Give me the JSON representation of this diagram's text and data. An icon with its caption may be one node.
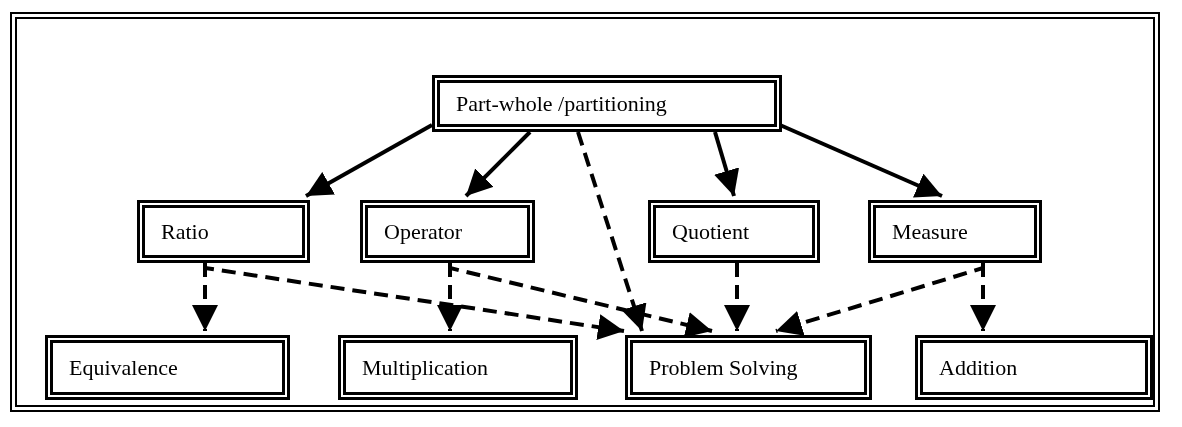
{
  "diagram": {
    "nodes": [
      {
        "text": [
          "Part-whole /partitioning"
        ]
      },
      {
        "text": [
          "Ratio"
        ]
      },
      {
        "text": [
          "Operator"
        ]
      },
      {
        "text": [
          "Quotient"
        ]
      },
      {
        "text": [
          "Measure"
        ]
      },
      {
        "text": [
          "Equivalence"
        ]
      },
      {
        "text": [
          "Multiplication"
        ]
      },
      {
        "text": [
          "Problem Solving"
        ]
      },
      {
        "text": [
          "Addition"
        ]
      }
    ],
    "edges": [
      {
        "from": 0,
        "to": 1,
        "arrow": "to"
      },
      {
        "from": 0,
        "to": 2,
        "arrow": "to"
      },
      {
        "from": 0,
        "to": 7,
        "arrow": "to",
        "style": "dashed"
      },
      {
        "from": 0,
        "to": 3,
        "arrow": "to"
      },
      {
        "from": 0,
        "to": 4,
        "arrow": "to"
      },
      {
        "from": 1,
        "to": 5,
        "arrow": "to",
        "style": "dashed"
      },
      {
        "from": 1,
        "to": 7,
        "arrow": "to",
        "style": "dashed"
      },
      {
        "from": 2,
        "to": 6,
        "arrow": "to",
        "style": "dashed"
      },
      {
        "from": 2,
        "to": 7,
        "arrow": "to",
        "style": "dashed"
      },
      {
        "from": 3,
        "to": 7,
        "arrow": "to",
        "style": "dashed"
      },
      {
        "from": 4,
        "to": 7,
        "arrow": "to",
        "style": "dashed"
      },
      {
        "from": 4,
        "to": 8,
        "arrow": "to",
        "style": "dashed"
      }
    ]
  }
}
